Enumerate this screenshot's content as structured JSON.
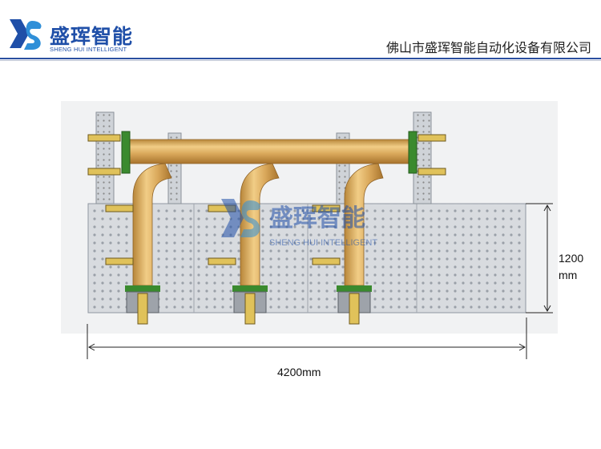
{
  "header": {
    "logo_cn": "盛珲智能",
    "logo_en": "SHENG HUI INTELLIGENT",
    "company": "佛山市盛珲智能自动化设备有限公司"
  },
  "watermark": {
    "cn": "盛珲智能",
    "en": "SHENG HUI INTELLIGENT"
  },
  "dimensions": {
    "height_value": "1200",
    "height_unit": "mm",
    "width_label": "4200mm"
  },
  "colors": {
    "brand_blue": "#1f4fa8",
    "pipe": "#d9a75a",
    "plate": "#d8dbdf"
  }
}
